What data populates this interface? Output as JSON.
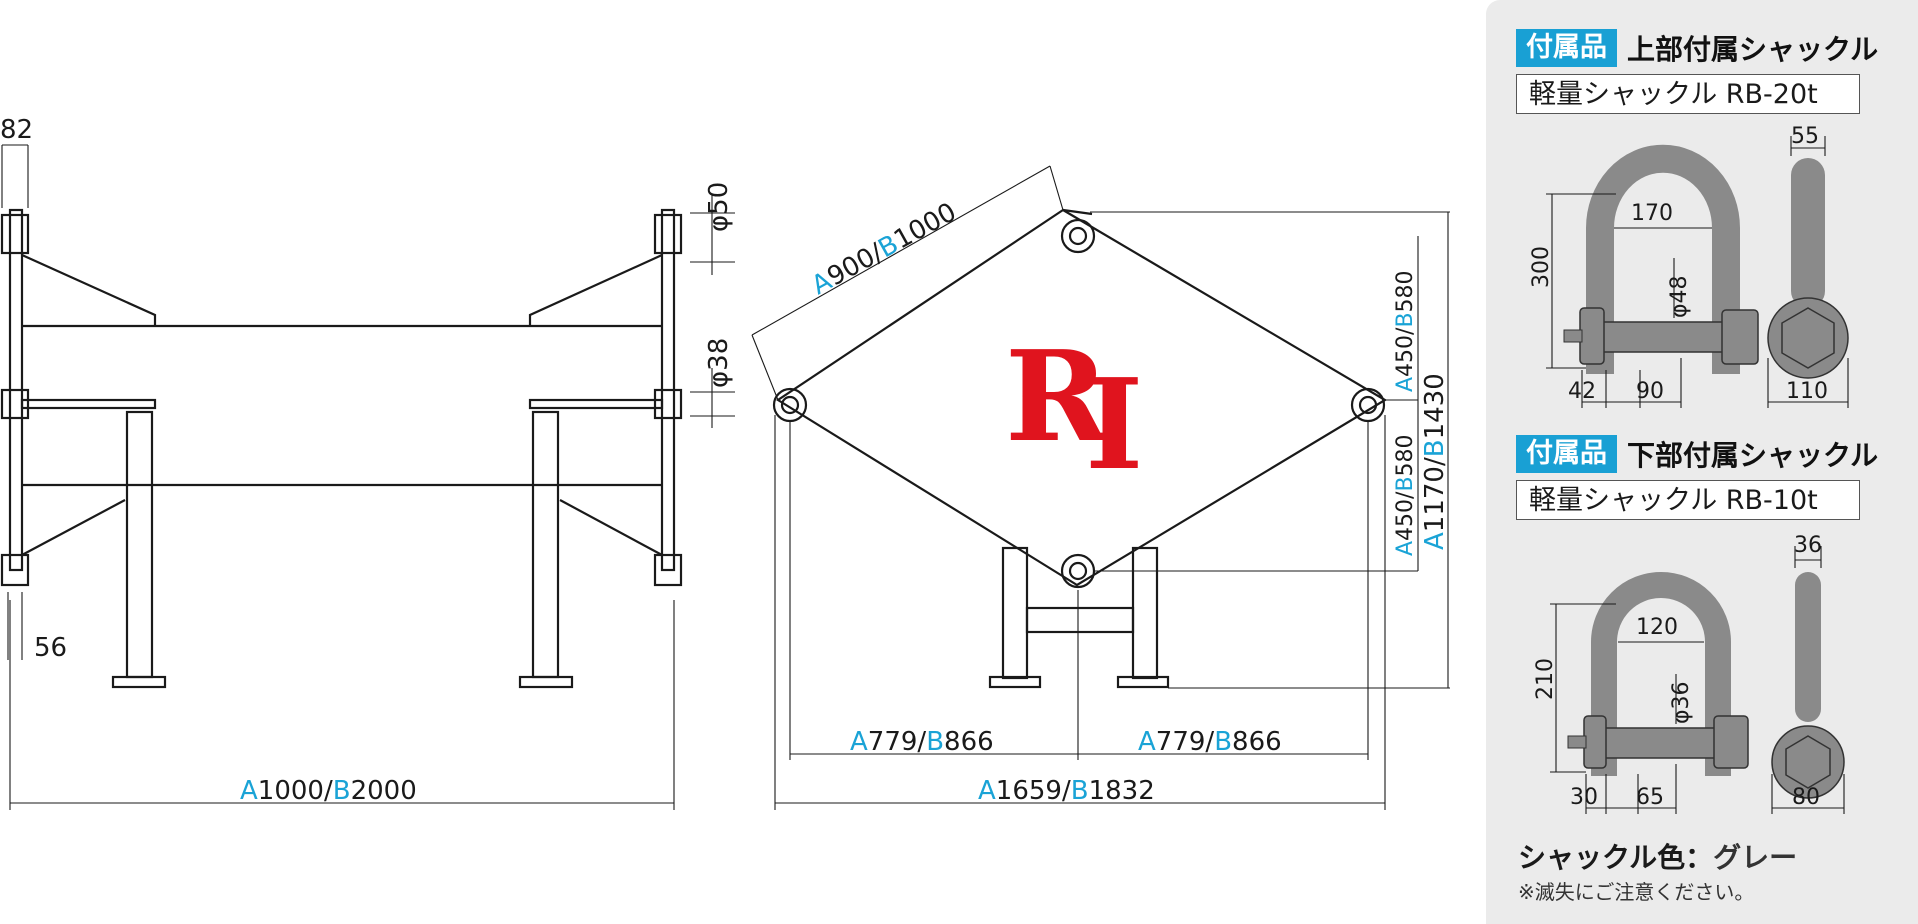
{
  "left_view": {
    "dims": {
      "top_width": "82",
      "bottom_width": "56",
      "total_a": "A",
      "total_rest": "1000/",
      "total_b": "B",
      "total_tail": "2000"
    }
  },
  "right_holes": {
    "d_top": "φ50",
    "d_mid": "φ38"
  },
  "front_view": {
    "diag": {
      "a": "A",
      "a_val": "900/",
      "b": "B",
      "b_val": "1000"
    },
    "vert_small_top": {
      "a": "A",
      "a_val": "450/",
      "b": "B",
      "b_val": "580"
    },
    "vert_small_bot": {
      "a": "A",
      "a_val": "450/",
      "b": "B",
      "b_val": "580"
    },
    "vert_big": {
      "a": "A",
      "a_val": "1170/",
      "b": "B",
      "b_val": "1430"
    },
    "half_left": {
      "a": "A",
      "a_val": "779/",
      "b": "B",
      "b_val": "866"
    },
    "half_right": {
      "a": "A",
      "a_val": "779/",
      "b": "B",
      "b_val": "866"
    },
    "total": {
      "a": "A",
      "a_val": "1659/",
      "b": "B",
      "b_val": "1832"
    },
    "logo_text": "RI"
  },
  "panel": {
    "upper": {
      "tag": "付属品",
      "title": "上部付属シャックル",
      "model": "軽量シャックル RB-20t",
      "dims": {
        "pin_w": "55",
        "height": "300",
        "inner": "170",
        "pin_d": "φ48",
        "nut": "42",
        "span": "90",
        "eye": "110"
      }
    },
    "lower": {
      "tag": "付属品",
      "title": "下部付属シャックル",
      "model": "軽量シャックル RB-10t",
      "dims": {
        "pin_w": "36",
        "height": "210",
        "inner": "120",
        "pin_d": "φ36",
        "nut": "30",
        "span": "65",
        "eye": "80"
      }
    },
    "color_label": "シャックル色：",
    "color_value": "グレー",
    "note": "※滅失にご注意ください。"
  },
  "colors": {
    "accent": "#19a0d4",
    "logo_red": "#e0141e",
    "shackle_gray": "#8a8a8a"
  }
}
